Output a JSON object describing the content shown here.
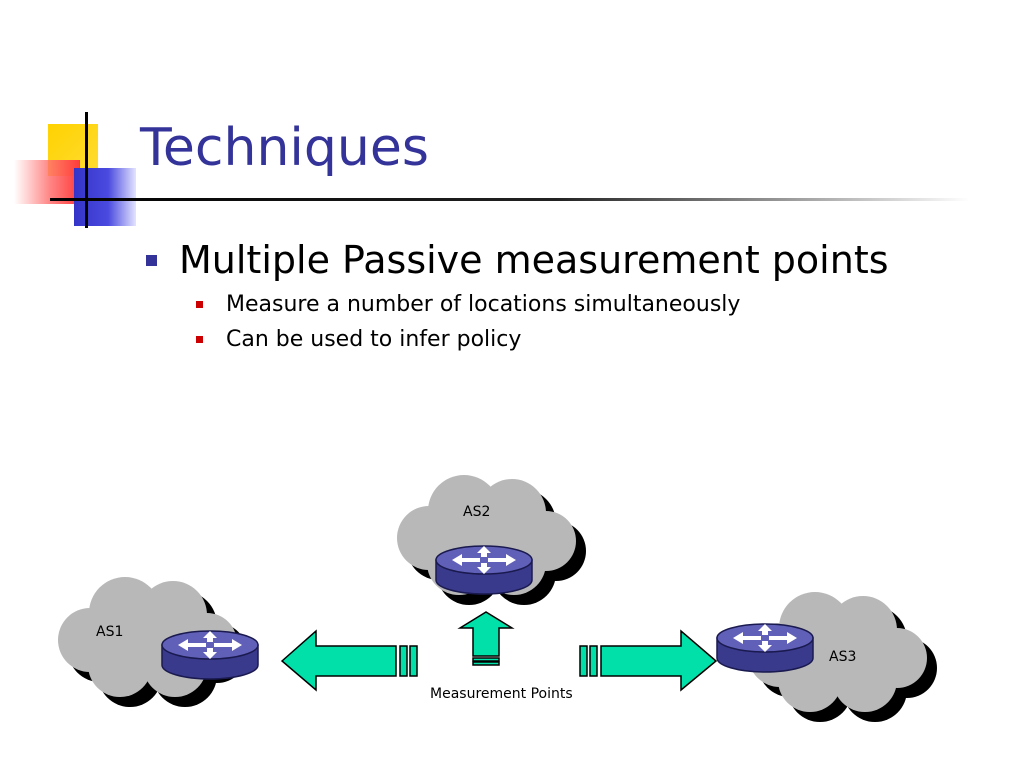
{
  "slide": {
    "title": "Techniques",
    "bullet_main": "Multiple Passive measurement points",
    "sub_bullets": [
      "Measure a number of locations simultaneously",
      "Can be used to infer policy"
    ]
  },
  "diagram": {
    "as1_label": "AS1",
    "as2_label": "AS2",
    "as3_label": "AS3",
    "measurement_label": "Measurement Points"
  },
  "colors": {
    "title": "#333399",
    "arrow_fill": "#00e0a8",
    "router": "#5555aa",
    "cloud": "#b8b8b8"
  }
}
